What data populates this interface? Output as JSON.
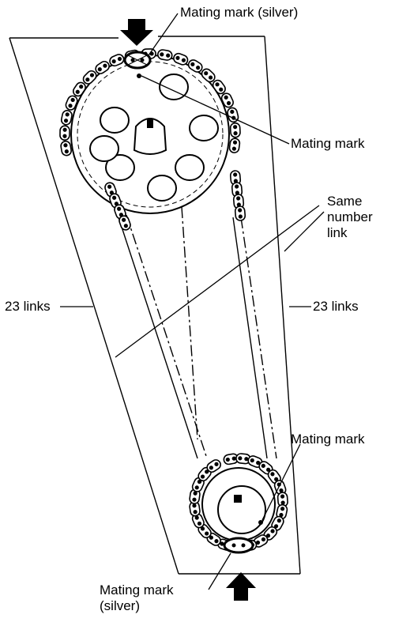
{
  "labels": {
    "top_mating_silver": "Mating mark (silver)",
    "cam_mating": "Mating mark",
    "same_number_link_1": "Same",
    "same_number_link_2": "number",
    "same_number_link_3": "link",
    "links_left": "23 links",
    "links_right": "23 links",
    "crank_mating": "Mating mark",
    "bottom_mating_silver_1": "Mating mark",
    "bottom_mating_silver_2": "(silver)"
  },
  "colors": {
    "ink": "#000000",
    "paper": "#ffffff"
  }
}
